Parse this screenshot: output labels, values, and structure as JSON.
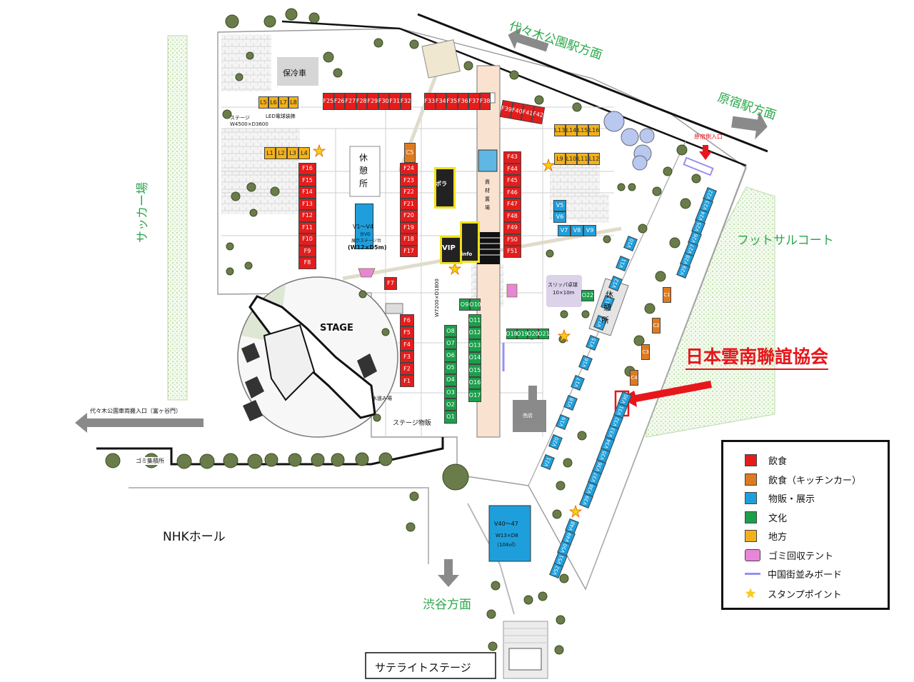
{
  "labels": {
    "yoyogi_station": "代々木公園駅方面",
    "harajuku_station": "原宿駅方面",
    "soccer": "サッカー場",
    "futsal": "フットサルコート",
    "nhk": "NHKホール",
    "shibuya": "渋谷方面",
    "satellite": "サテライトステージ",
    "parking_entry": "代々木公園車両搬入口（富ヶ谷門）",
    "garbage_area": "ゴミ集積所",
    "stage": "STAGE",
    "stage_props": "ステージ物販",
    "cold_car": "保冷車",
    "rest1": "休憩所",
    "rest1_a": "休",
    "rest1_b": "憩",
    "rest1_c": "所",
    "rest2_a": "休",
    "rest2_b": "憩",
    "rest2_c": "所",
    "materials_a": "資",
    "materials_b": "材",
    "materials_c": "置",
    "materials_d": "場",
    "stage_led": "ステージ",
    "stage_size": "W4500×D3600",
    "led_note": "LED電球装飾",
    "harajuku_entry": "原宿側入口",
    "pingpong": "スリッパ卓球",
    "pingpong_size": "10×10m",
    "v1_v4": "V1～V4",
    "v1_v4_note": "台VD",
    "v1_v4_note2": "展示ステージ台",
    "v1_v4_size": "(W12×D5m)",
    "v40_47": "V40～47",
    "v40_47_size": "W13×D8",
    "v40_47_area": "（104㎡）",
    "vip": "VIP",
    "info": "info",
    "pora": "ポラ",
    "water": "水道み場",
    "society": "日本雲南聯誼協会",
    "center_stage_size": "W7200×D1800",
    "sales_office": "売店"
  },
  "colors": {
    "food": "#e51c1c",
    "kitchen": "#e07a1f",
    "sale": "#1e9fdc",
    "culture": "#1aa04a",
    "region": "#f2b11a",
    "arrow_red": "#e8161b",
    "highlight": "#e8161b"
  },
  "legend": [
    {
      "label": "飲食",
      "color": "#e51c1c",
      "kind": "box"
    },
    {
      "label": "飲食（キッチンカー）",
      "color": "#e07a1f",
      "kind": "box"
    },
    {
      "label": "物販・展示",
      "color": "#1e9fdc",
      "kind": "box"
    },
    {
      "label": "文化",
      "color": "#1aa04a",
      "kind": "box"
    },
    {
      "label": "地方",
      "color": "#f2b11a",
      "kind": "box"
    },
    {
      "label": "ゴミ回収テント",
      "color": "#e985d8",
      "kind": "tent"
    },
    {
      "label": "中国街並みボード",
      "color": "#9a8ff0",
      "kind": "line"
    },
    {
      "label": "スタンプポイント",
      "color": "#f5d10f",
      "kind": "star"
    }
  ],
  "booths": {
    "f_top": [
      "F25",
      "F26",
      "F27",
      "F28",
      "F29",
      "F30",
      "F31",
      "F32",
      "F33",
      "F34",
      "F35",
      "F36",
      "F37",
      "F38"
    ],
    "f_top_right": [
      "F39",
      "F40",
      "F41",
      "F42"
    ],
    "f_left": [
      "F16",
      "F15",
      "F14",
      "F13",
      "F12",
      "F11",
      "F10",
      "F9",
      "F8"
    ],
    "f_mid": [
      "F24",
      "F23",
      "F22",
      "F21",
      "F20",
      "F19",
      "F18",
      "F17"
    ],
    "f_right": [
      "F43",
      "F44",
      "F45",
      "F46",
      "F47",
      "F48",
      "F49",
      "F50",
      "F51"
    ],
    "f_low": [
      "F6",
      "F5",
      "F4",
      "F3",
      "F2",
      "F1"
    ],
    "f7": "F7",
    "l_top": [
      "L5",
      "L6",
      "L7",
      "L8"
    ],
    "l_bot": [
      "L1",
      "L2",
      "L3",
      "L4"
    ],
    "l_right_top": [
      "L13",
      "L14",
      "L15",
      "L16"
    ],
    "l_right_bot": [
      "L9",
      "L10",
      "L11",
      "L12"
    ],
    "c_mid": [
      "C5"
    ],
    "c_right": [
      "C1",
      "C2",
      "C3",
      "C4"
    ],
    "o_left": [
      "O8",
      "O7",
      "O6",
      "O5",
      "O4",
      "O3",
      "O2",
      "O1"
    ],
    "o_top": [
      "O9",
      "O10"
    ],
    "o_mid": [
      "O11",
      "O12",
      "O13",
      "O14",
      "O15",
      "O16",
      "O17"
    ],
    "o_row": [
      "O18",
      "O19",
      "O20",
      "O21"
    ],
    "o22": "O22",
    "v_small": [
      "V5",
      "V6",
      "V7",
      "V8",
      "V9"
    ],
    "v_diag_left": [
      "V10",
      "V11",
      "V12",
      "V13",
      "V14",
      "V15",
      "V16",
      "V17",
      "V18",
      "V19",
      "V20",
      "V21"
    ],
    "v_right": [
      "V22",
      "V23",
      "V24",
      "V25",
      "V26",
      "V27",
      "V28",
      "V29"
    ],
    "v_center": [
      "V30",
      "V31",
      "V32",
      "V33",
      "V34",
      "V35",
      "V36",
      "V37",
      "V38",
      "V39"
    ],
    "v_bottom": [
      "V48",
      "V49",
      "V50",
      "V51",
      "V52"
    ]
  }
}
